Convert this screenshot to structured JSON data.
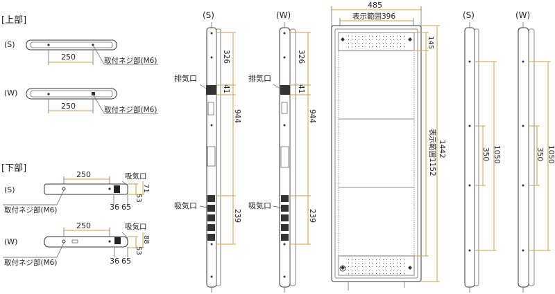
{
  "top_section": {
    "title": "[上部]",
    "s_label": "(S)",
    "w_label": "(W)",
    "s_dim": "250",
    "w_dim": "250",
    "mount_label_s": "取付ネジ部(M6)",
    "mount_label_w": "取付ネジ部(M6)"
  },
  "bottom_section": {
    "title": "[下部]",
    "s_label": "(S)",
    "w_label": "(W)",
    "s_dim": "250",
    "w_dim": "250",
    "intake_s": "吸気口",
    "intake_w": "吸気口",
    "mount_label_s": "取付ネジ部(M6)",
    "mount_label_w": "取付ネジ部(M6)",
    "s_h1": "53",
    "s_h2": "71",
    "w_h1": "53",
    "w_h2": "88",
    "s_b1": "36",
    "s_b2": "65",
    "w_b1": "36",
    "w_b2": "65"
  },
  "side_views": {
    "s_label": "(S)",
    "w_label": "(W)",
    "exhaust_s": "排気口",
    "exhaust_w": "排気口",
    "intake_s": "吸気口",
    "intake_w": "吸気口",
    "d326_s": "326",
    "d326_w": "326",
    "d41_s": "41",
    "d41_w": "41",
    "d944_s": "944",
    "d944_w": "944",
    "d239_s": "239",
    "d239_w": "239"
  },
  "front_view": {
    "width_total": "485",
    "display_width": "表示範囲396",
    "top_offset": "145",
    "height_total": "1442",
    "display_height": "表示範囲1152"
  },
  "rear_views": {
    "s_label": "(S)",
    "w_label": "(W)",
    "s_outer": "1050",
    "s_inner": "350",
    "w_outer": "1050",
    "w_inner": "350"
  }
}
